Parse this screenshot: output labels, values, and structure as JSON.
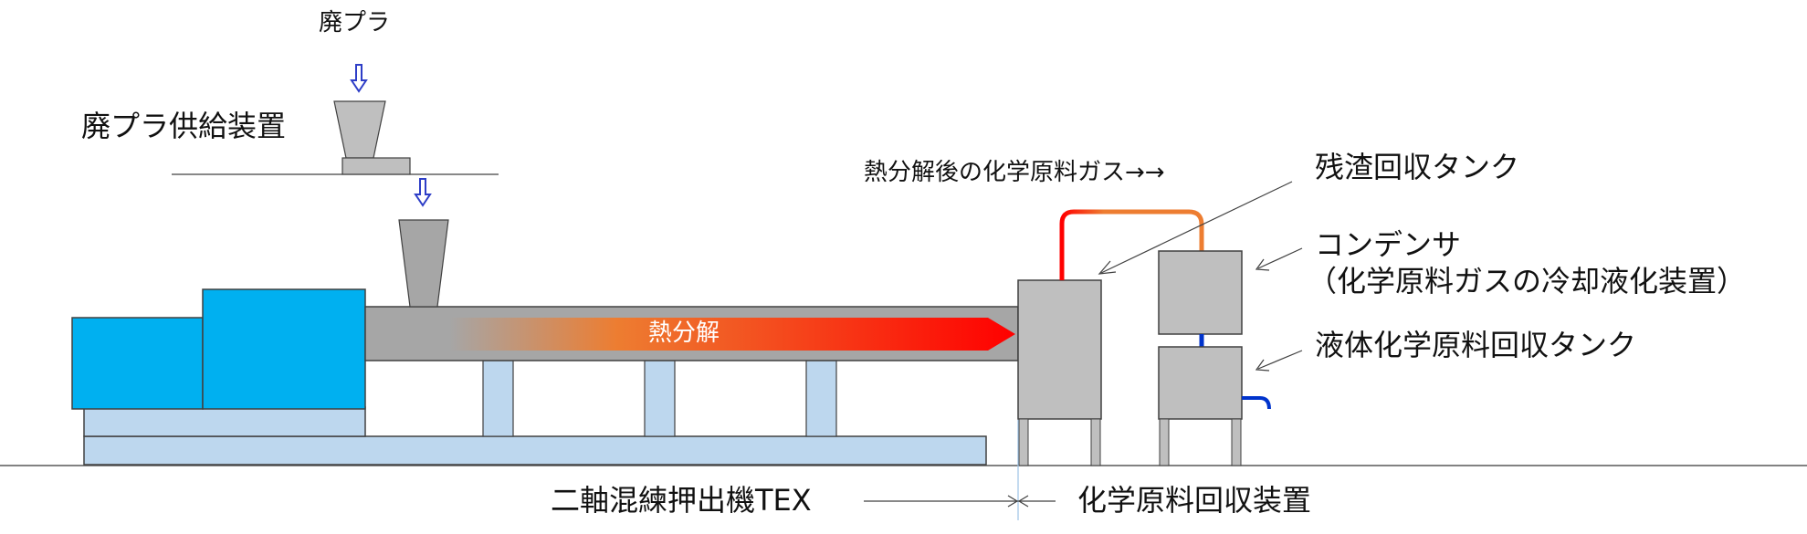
{
  "labels": {
    "waste_plastic": "廃プラ",
    "feeder": "廃プラ供給装置",
    "pyrolysis_gas": "熱分解後の化学原料ガス→→",
    "residue_tank": "残渣回収タンク",
    "condenser_line1": "コンデンサ",
    "condenser_line2": "（化学原料ガスの冷却液化装置）",
    "liquid_tank": "液体化学原料回収タンク",
    "extruder": "二軸混練押出機TEX",
    "recovery_device": "化学原料回収装置",
    "pyrolysis": "熱分解"
  },
  "colors": {
    "motor_blue": "#00b0f0",
    "frame_light_blue": "#bdd7ee",
    "equipment_gray": "#bfbfbf",
    "barrel_gray": "#a6a6a6",
    "heat_red": "#ff0000",
    "heat_orange": "#ed7d31",
    "arrow_blue": "#2e3ec7",
    "pipe_blue": "#0033cc"
  }
}
